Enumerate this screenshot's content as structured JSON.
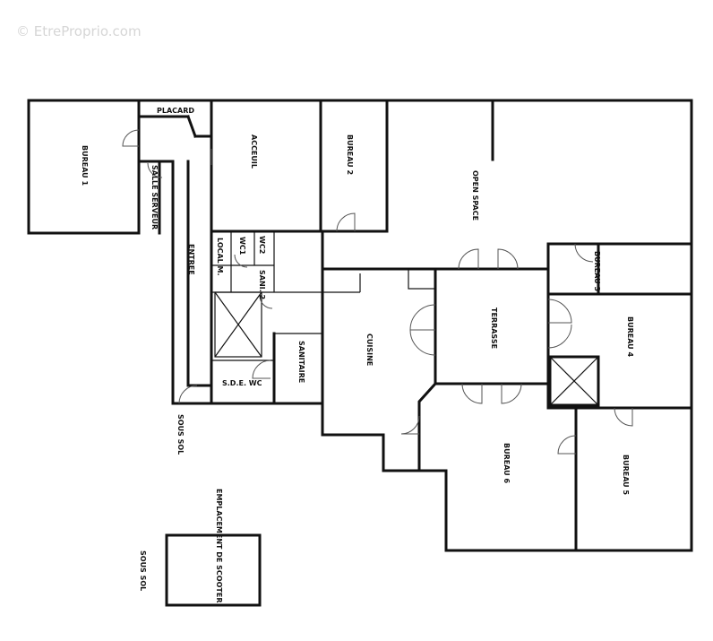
{
  "watermark": "© EtreProprio.com",
  "colors": {
    "wall": "#111111",
    "door": "#555555",
    "watermark": "#d6d6d6"
  },
  "rooms": {
    "placard": "PLACARD",
    "bureau1": "BUREAU 1",
    "salle_serveur": "SALLE SERVEUR",
    "accueil": "ACCEUIL",
    "bureau2": "BUREAU 2",
    "open_space": "OPEN SPACE",
    "entree": "ENTREE",
    "local_m": "LOCAL M.",
    "wc1": "WC1",
    "wc2": "WC2",
    "sani2": "SANI. 2",
    "bureau3": "BUREAU 3",
    "bureau4": "BUREAU 4",
    "terrasse": "TERRASSE",
    "cuisine": "CUISINE",
    "sanitaire": "SANITAIRE",
    "sde_wc": "S.D.E. WC",
    "sous_sol_1": "SOUS SOL",
    "bureau6": "BUREAU 6",
    "bureau5": "BUREAU 5",
    "emplacement_scooter": "EMPLACEMENT DE SCOOTER",
    "sous_sol_2": "SOUS SOL"
  }
}
